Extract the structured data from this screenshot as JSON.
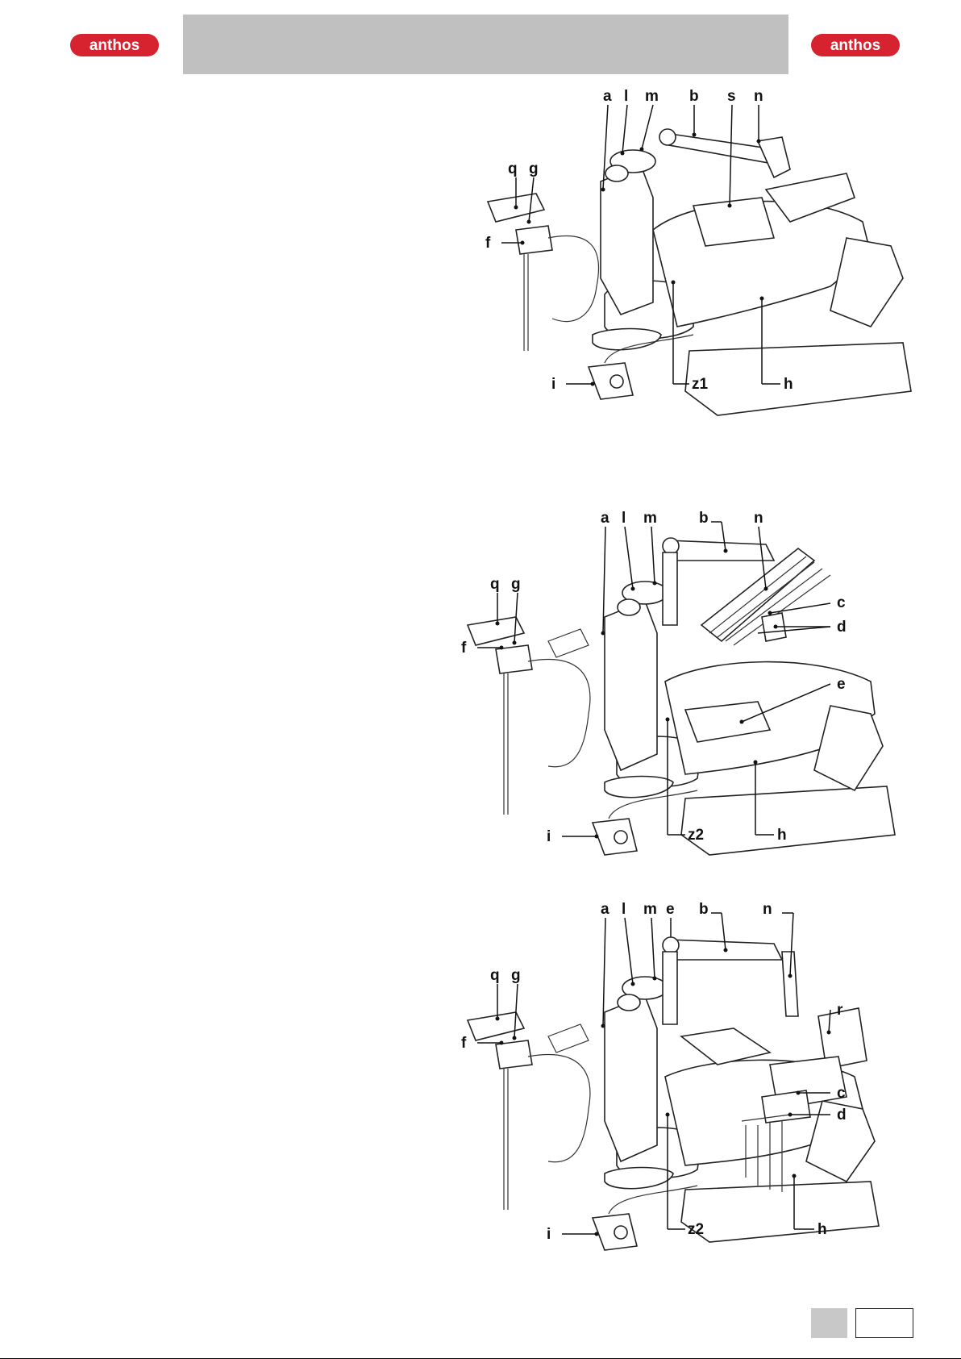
{
  "brand": {
    "logo_text": "anthos",
    "color": "#d7232f"
  },
  "header": {
    "bar_color": "#c0c0c0"
  },
  "figures": [
    {
      "labels": {
        "a": "a",
        "l": "l",
        "m": "m",
        "b": "b",
        "s": "s",
        "n": "n",
        "q": "q",
        "g": "g",
        "f": "f",
        "i": "i",
        "z": "z1",
        "h": "h"
      }
    },
    {
      "labels": {
        "a": "a",
        "l": "l",
        "m": "m",
        "b": "b",
        "n": "n",
        "q": "q",
        "g": "g",
        "f": "f",
        "c": "c",
        "d": "d",
        "e": "e",
        "i": "i",
        "z": "z2",
        "h": "h"
      }
    },
    {
      "labels": {
        "a": "a",
        "l": "l",
        "m": "m",
        "e": "e",
        "b": "b",
        "n": "n",
        "q": "q",
        "g": "g",
        "f": "f",
        "r": "r",
        "c": "c",
        "d": "d",
        "i": "i",
        "z": "z2",
        "h": "h"
      }
    }
  ],
  "footer": {
    "page_number": ""
  }
}
